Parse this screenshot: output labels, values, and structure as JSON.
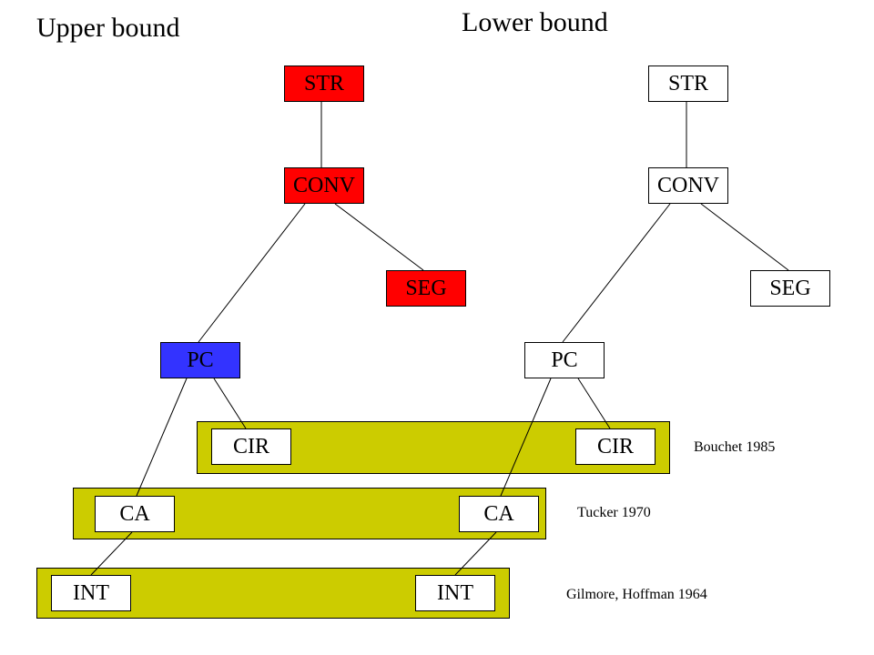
{
  "titles": {
    "upper": "Upper bound",
    "lower": "Lower bound"
  },
  "colors": {
    "red": "#ff0000",
    "blue": "#3333ff",
    "olive": "#cccc00",
    "white": "#ffffff"
  },
  "nodes": {
    "str": "STR",
    "conv": "CONV",
    "seg": "SEG",
    "pc": "PC",
    "cir": "CIR",
    "ca": "CA",
    "int": "INT"
  },
  "citations": {
    "cir": "Bouchet 1985",
    "ca": "Tucker 1970",
    "int": "Gilmore, Hoffman 1964"
  }
}
